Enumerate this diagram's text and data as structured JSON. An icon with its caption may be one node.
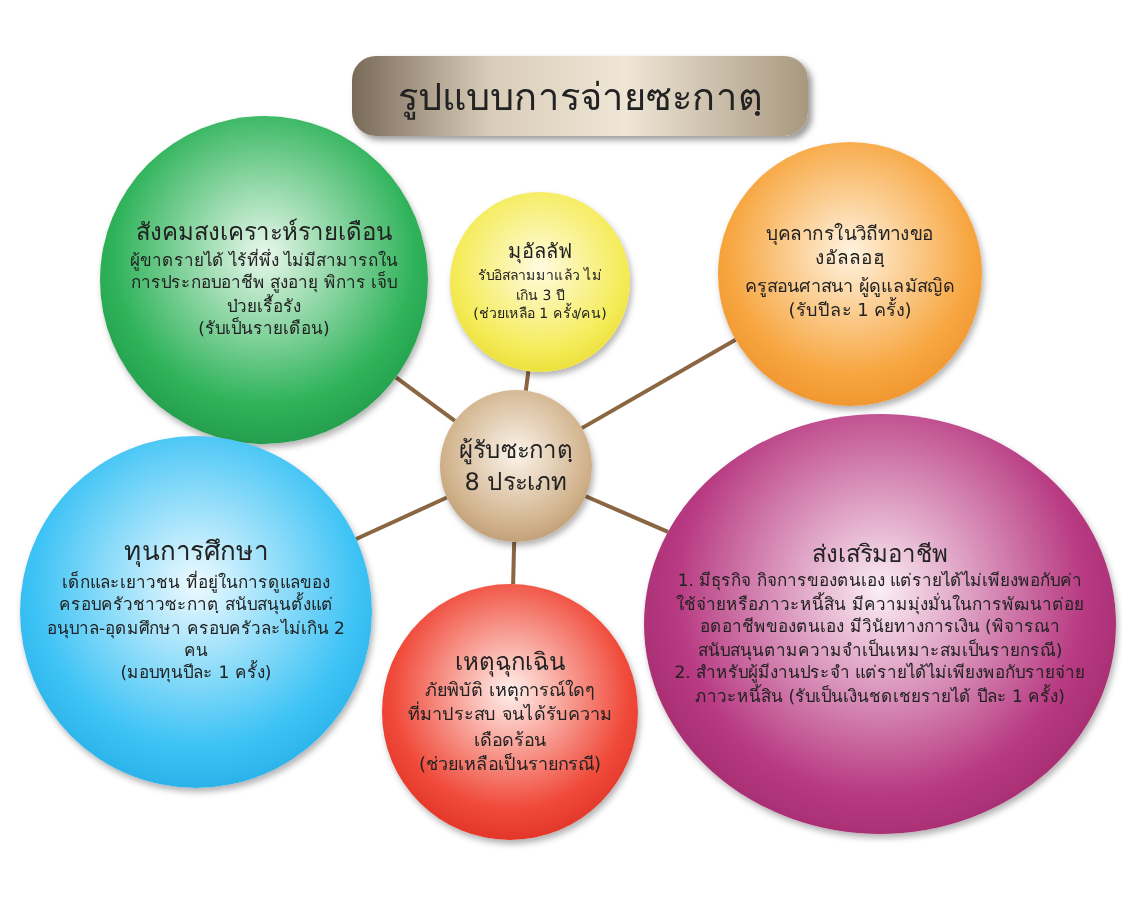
{
  "diagram": {
    "title": "รูปแบบการจ่ายซะกาตฺ",
    "nodes": [
      {
        "text": [
          "สังคมสงเคราะห์รายเดือน",
          "ผู้ขาดรายได้ ไร้ที่พึ่ง ไม่มีสามารถในการประกอบอาชีพ สูงอายุ พิการ เจ็บป่วยเรื้อรัง",
          "(รับเป็นรายเดือน)"
        ]
      },
      {
        "text": [
          "มุอัลลัฟ",
          "รับอิสลามมาแล้ว ไม่เกิน 3 ปี",
          "(ช่วยเหลือ 1 ครั้ง/คน)"
        ]
      },
      {
        "text": [
          "บุคลากรในวิถีทางของอัลลอฮฺ",
          "ครูสอนศาสนา ผู้ดูแลมัสญิด",
          "(รับปีละ 1 ครั้ง)"
        ]
      },
      {
        "text": [
          "ผู้รับซะกาตฺ 8 ประเภท"
        ]
      },
      {
        "text": [
          "ทุนการศึกษา",
          "เด็กและเยาวชน ที่อยู่ในการดูแลของครอบครัวชาวซะกาตฺ สนับสนุนตั้งแต่อนุบาล-อุดมศึกษา ครอบครัวละไม่เกิน 2 คน",
          "(มอบทุนปีละ 1 ครั้ง)"
        ]
      },
      {
        "text": [
          "ส่งเสริมอาชีพ",
          "1. มีธุรกิจ กิจการของตนเอง แต่รายได้ไม่เพียงพอกับค่าใช้จ่ายหรือภาวะหนี้สิน มีความมุ่งมั่นในการพัฒนาต่อยอดอาชีพของตนเอง มีวินัยทางการเงิน (พิจารณาสนับสนุนตามความจำเป็นเหมาะสมเป็นรายกรณี)",
          "2. สำหรับผู้มีงานประจำ แต่รายได้ไม่เพียงพอกับรายจ่าย ภาวะหนี้สิน (รับเป็นเงินชดเชยรายได้ ปีละ 1 ครั้ง)"
        ]
      },
      {
        "text": [
          "เหตุฉุกเฉิน",
          "ภัยพิบัติ เหตุการณ์ใดๆ ที่มาประสบ จนได้รับความเดือดร้อน",
          "(ช่วยเหลือเป็นรายกรณี)"
        ]
      }
    ],
    "edges": [
      {
        "from": 3,
        "to": 0,
        "arrow": "none"
      },
      {
        "from": 3,
        "to": 1,
        "arrow": "none"
      },
      {
        "from": 3,
        "to": 2,
        "arrow": "none"
      },
      {
        "from": 3,
        "to": 4,
        "arrow": "none"
      },
      {
        "from": 3,
        "to": 5,
        "arrow": "none"
      },
      {
        "from": 3,
        "to": 6,
        "arrow": "none"
      }
    ]
  }
}
